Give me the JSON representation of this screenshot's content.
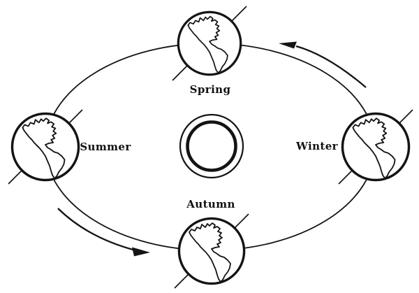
{
  "diagram": {
    "description": "Earth orbit around the sun showing the four seasons",
    "background_color": "#ffffff",
    "ink_color": "#141414",
    "sun_icon": "sun-double-circle",
    "orbit_direction": "counterclockwise",
    "arrows": {
      "top_right": "curved-orbit-arrow-pointing-left",
      "bottom_left": "curved-orbit-arrow-pointing-right"
    },
    "seasons": {
      "top": "Spring",
      "left": "Summer",
      "right": "Winter",
      "bottom": "Autumn"
    }
  }
}
